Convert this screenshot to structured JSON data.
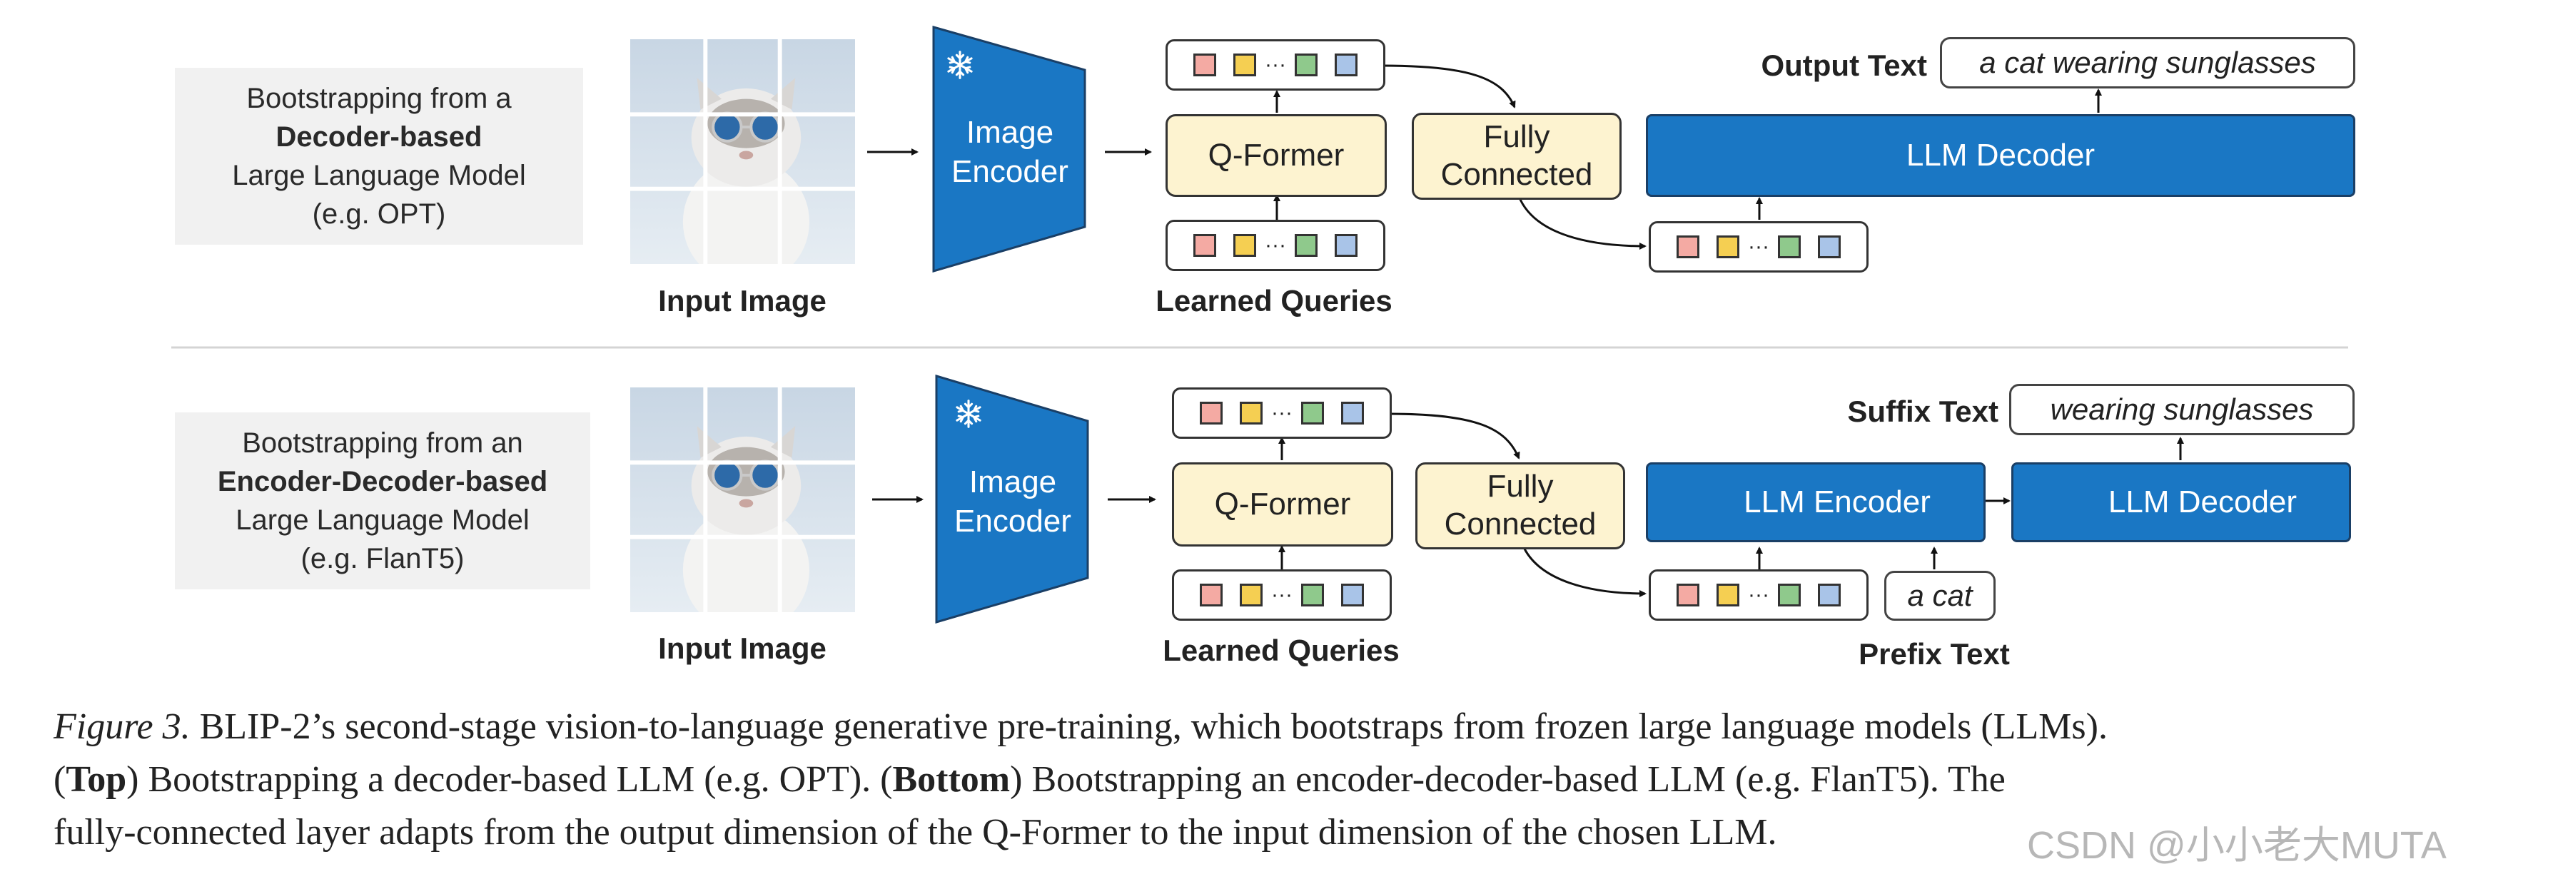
{
  "top": {
    "label_line1": "Bootstrapping from a",
    "label_line2": "Decoder-based",
    "label_line3": "Large Language Model",
    "label_line4": "(e.g. OPT)",
    "input_image_label": "Input Image",
    "image_encoder_line1": "Image",
    "image_encoder_line2": "Encoder",
    "qformer_label": "Q-Former",
    "fc_line1": "Fully",
    "fc_line2": "Connected",
    "learned_queries_label": "Learned Queries",
    "llm_decoder_label": "LLM Decoder",
    "output_text_label": "Output Text",
    "output_text_value": "a cat wearing sunglasses"
  },
  "bottom": {
    "label_line1": "Bootstrapping from an",
    "label_line2": "Encoder-Decoder-based",
    "label_line3": "Large Language Model",
    "label_line4": "(e.g. FlanT5)",
    "input_image_label": "Input Image",
    "image_encoder_line1": "Image",
    "image_encoder_line2": "Encoder",
    "qformer_label": "Q-Former",
    "fc_line1": "Fully",
    "fc_line2": "Connected",
    "learned_queries_label": "Learned Queries",
    "llm_encoder_label": "LLM Encoder",
    "llm_decoder_label": "LLM Decoder",
    "suffix_text_label": "Suffix Text",
    "suffix_text_value": "wearing sunglasses",
    "prefix_text_label": "Prefix Text",
    "prefix_text_value": "a cat"
  },
  "caption": {
    "fig_label": "Figure 3.",
    "line1_rest": " BLIP-2’s second-stage vision-to-language generative pre-training, which bootstraps from frozen large language models (LLMs).",
    "paren_open": "(",
    "top_word": "Top",
    "line2_a": ") Bootstrapping a decoder-based LLM (e.g. OPT). (",
    "bottom_word": "Bottom",
    "line2_b": ") Bootstrapping an encoder-decoder-based LLM (e.g. FlanT5). The",
    "line3": "fully-connected layer adapts from the output dimension of the Q-Former to the input dimension of the chosen LLM."
  },
  "watermark": "CSDN @小小老大MUTA",
  "icons": {
    "frozen": "snowflake-icon",
    "image": "cat-photo"
  },
  "colors": {
    "encoder_blue": "#1a77c4",
    "qformer_yellow": "#fdf3d0",
    "token_red": "#f4aaa3",
    "token_yellow": "#f5cf52",
    "token_green": "#8fc98c",
    "token_blue": "#a9c4e8"
  }
}
